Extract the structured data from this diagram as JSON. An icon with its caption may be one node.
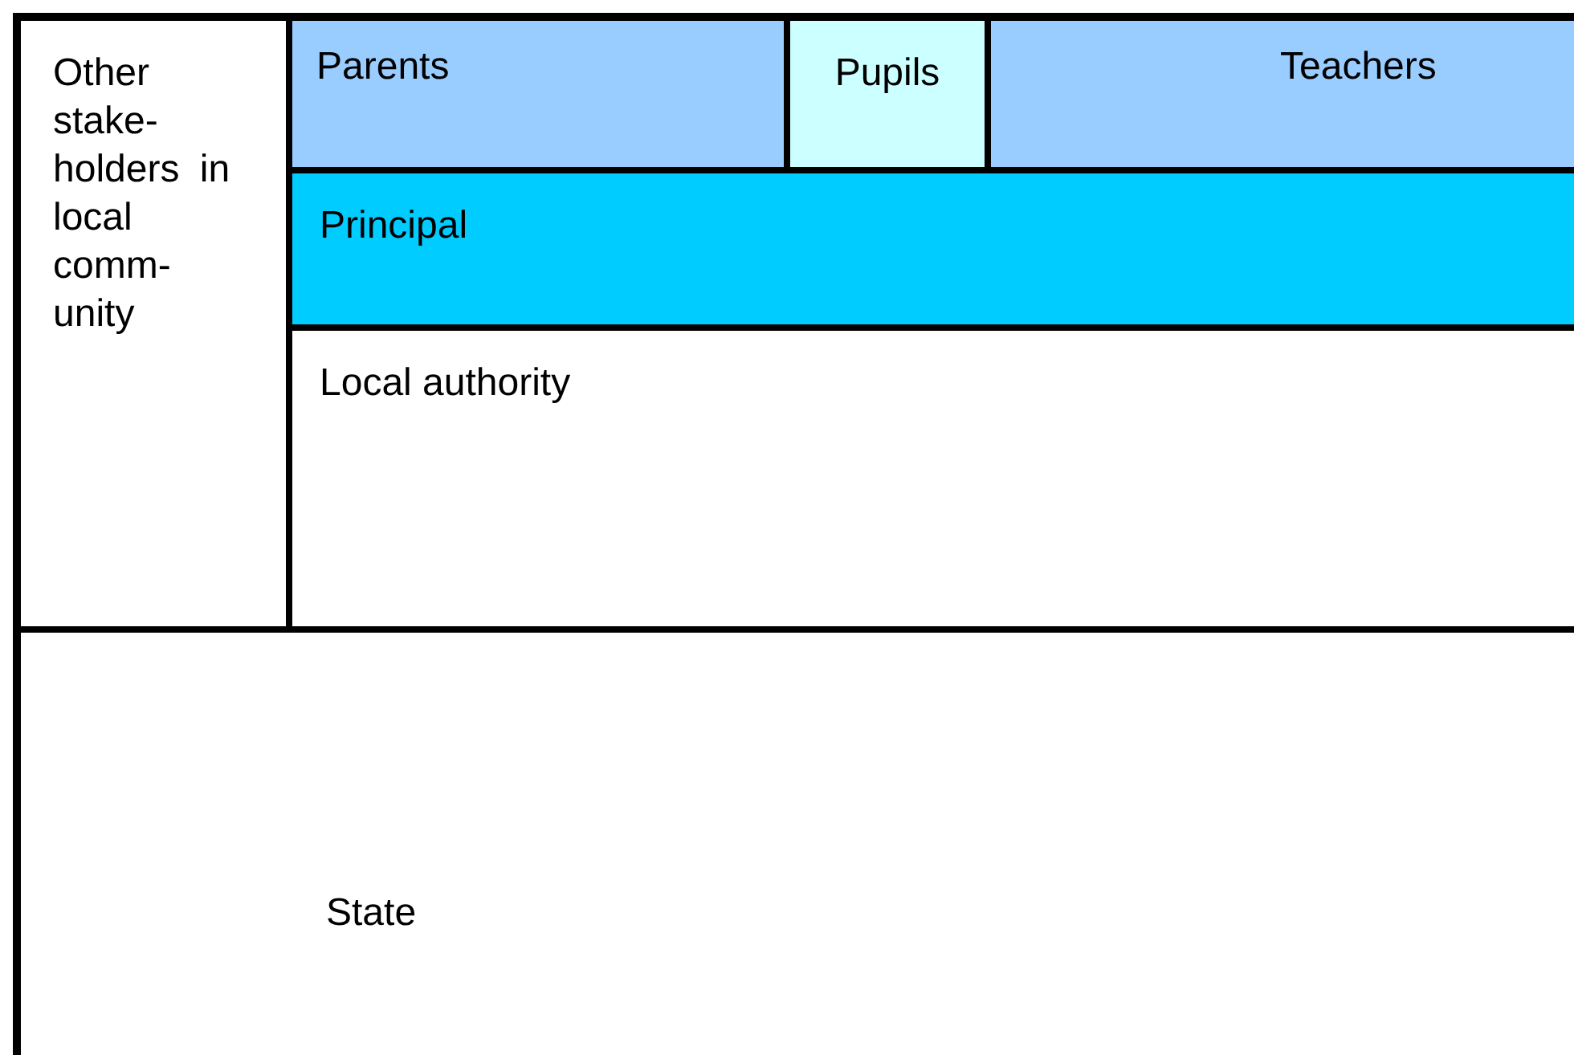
{
  "diagram": {
    "nodes": [
      {
        "text": [
          "Other stake- holders in local comm- unity"
        ]
      },
      {
        "text": [
          "Parents"
        ]
      },
      {
        "text": [
          "Pupils"
        ]
      },
      {
        "text": [
          "Teachers"
        ]
      },
      {
        "text": [
          "Principal"
        ]
      },
      {
        "text": [
          "Local authority"
        ]
      },
      {
        "text": [
          "State"
        ]
      }
    ],
    "edges": []
  }
}
